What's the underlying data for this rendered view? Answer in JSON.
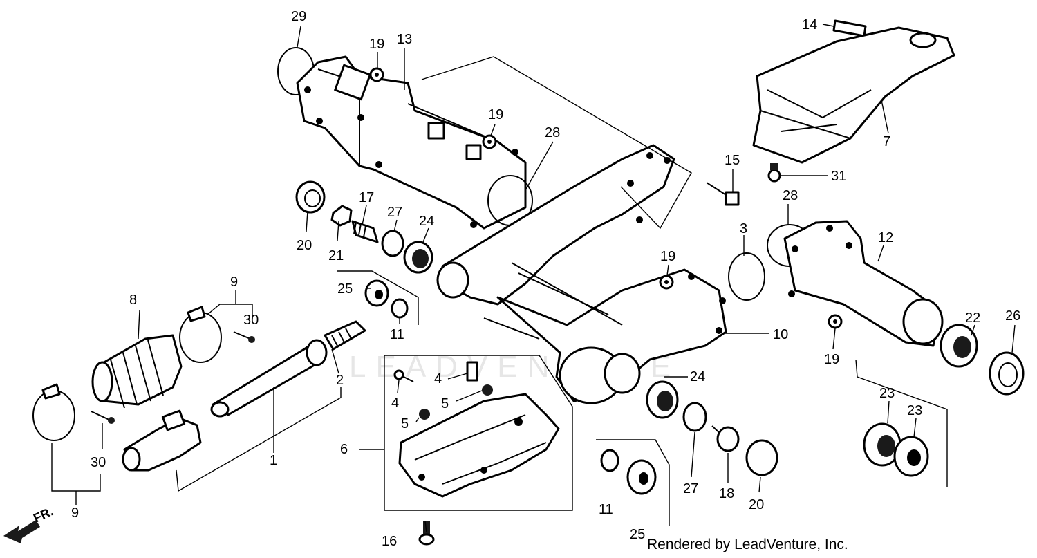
{
  "diagram": {
    "watermark": "LEADVENTURE",
    "direction_label": "FR.",
    "credit": "Rendered by LeadVenture, Inc.",
    "callouts": {
      "c29": "29",
      "c19a": "19",
      "c13": "13",
      "c19b": "19",
      "c28a": "28",
      "c14": "14",
      "c7": "7",
      "c31": "31",
      "c15": "15",
      "c20a": "20",
      "c21": "21",
      "c17": "17",
      "c27a": "27",
      "c24a": "24",
      "c3": "3",
      "c28b": "28",
      "c12": "12",
      "c19c": "19",
      "c25a": "25",
      "c11a": "11",
      "c9a": "9",
      "c30a": "30",
      "c8": "8",
      "c2": "2",
      "c10": "10",
      "c19d": "19",
      "c22": "22",
      "c26": "26",
      "c4a": "4",
      "c4b": "4",
      "c5a": "5",
      "c5b": "5",
      "c6": "6",
      "c24b": "24",
      "c23a": "23",
      "c23b": "23",
      "c1": "1",
      "c30b": "30",
      "c9b": "9",
      "c11b": "11",
      "c25b": "25",
      "c27b": "27",
      "c18": "18",
      "c20b": "20",
      "c16": "16"
    }
  }
}
